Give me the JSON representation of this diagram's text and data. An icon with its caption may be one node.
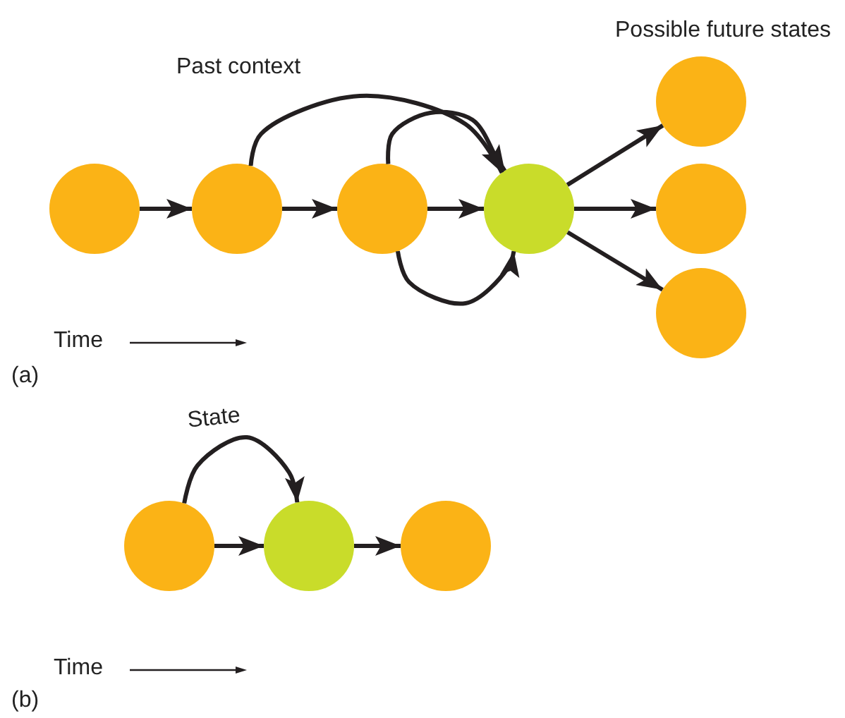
{
  "diagram": {
    "nodes": [
      {
        "text": [],
        "shape": "circle"
      },
      {
        "text": [],
        "shape": "circle"
      },
      {
        "text": [],
        "shape": "circle"
      },
      {
        "text": [],
        "shape": "circle"
      },
      {
        "text": [],
        "shape": "circle"
      },
      {
        "text": [],
        "shape": "circle"
      },
      {
        "text": [],
        "shape": "circle"
      },
      {
        "text": [],
        "shape": "circle"
      },
      {
        "text": [],
        "shape": "circle"
      },
      {
        "text": [],
        "shape": "circle"
      }
    ],
    "edges": [
      {
        "from": 0,
        "to": 1,
        "arrow": "to"
      },
      {
        "from": 1,
        "to": 2,
        "arrow": "to"
      },
      {
        "from": 2,
        "to": 3,
        "arrow": "to"
      },
      {
        "from": 1,
        "to": 3,
        "arrow": "to"
      },
      {
        "from": 2,
        "to": 3,
        "arrow": "to"
      },
      {
        "from": 2,
        "to": 3,
        "arrow": "to"
      },
      {
        "from": 3,
        "to": 4,
        "arrow": "to"
      },
      {
        "from": 3,
        "to": 5,
        "arrow": "to"
      },
      {
        "from": 3,
        "to": 6,
        "arrow": "to"
      },
      {
        "from": 7,
        "to": 8,
        "arrow": "to"
      },
      {
        "from": 7,
        "to": 8,
        "arrow": "to"
      },
      {
        "from": 8,
        "to": 9,
        "arrow": "to"
      }
    ],
    "labels": [
      "Possible future states",
      "Past context",
      "Time",
      "(a)",
      "State",
      "Time",
      "(b)"
    ]
  }
}
